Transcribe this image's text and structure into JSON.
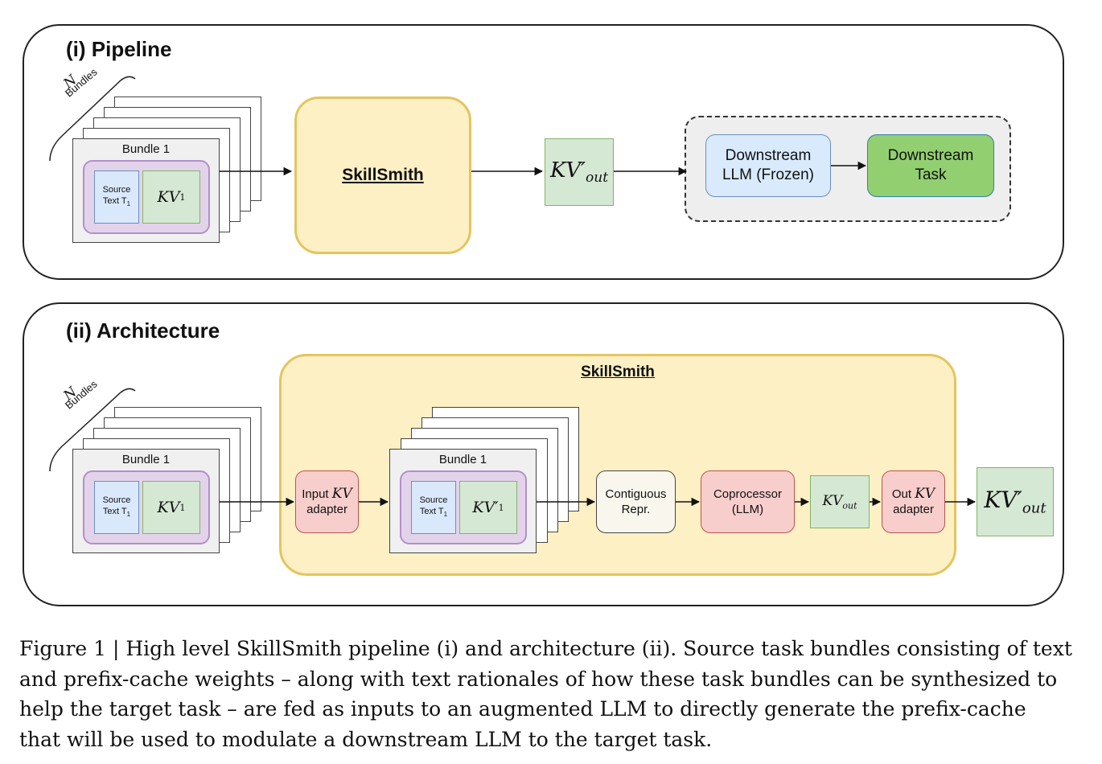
{
  "pipeline": {
    "title": "(i) Pipeline",
    "bundles_n": "N",
    "bundles_word": "Bundles",
    "bundle_label": "Bundle 1",
    "source_line1": "Source",
    "source_line2": "Text T",
    "source_sub": "1",
    "kv_label": "KV",
    "kv_sub": "1",
    "skillsmith": "SkillSmith",
    "kv_out": "KV′",
    "kv_out_sub": "out",
    "downstream_llm": "Downstream LLM (Frozen)",
    "downstream_task": "Downstream Task"
  },
  "architecture": {
    "title": "(ii) Architecture",
    "bundles_n": "N",
    "bundles_word": "Bundles",
    "bundle_label": "Bundle 1",
    "source_line1": "Source",
    "source_line2": "Text T",
    "source_sub": "1",
    "kv_label": "KV",
    "kv_sub": "1",
    "skillsmith": "SkillSmith",
    "input_adapter_line1": "Input",
    "input_adapter_kv": "KV",
    "input_adapter_line2": "adapter",
    "inner_bundle_label": "Bundle 1",
    "inner_source_line1": "Source",
    "inner_source_line2": "Text T",
    "inner_source_sub": "1",
    "inner_kv_label": "KV′",
    "inner_kv_sub": "1",
    "contiguous": "Contiguous Repr.",
    "coprocessor": "Coprocessor (LLM)",
    "kv_out_small": "KV",
    "kv_out_small_sub": "out",
    "out_adapter_line1": "Out",
    "out_adapter_kv": "KV",
    "out_adapter_line2": "adapter",
    "kv_out": "KV′",
    "kv_out_sub": "out"
  },
  "caption": {
    "lines": [
      "Figure 1 | High level SkillSmith pipeline (i) and architecture (ii). Source task bundles consisting of text",
      "and prefix-cache weights – along with text rationales of how these task bundles can be synthesized to",
      "help the target task – are fed as inputs to an augmented LLM to directly generate the prefix-cache",
      "that will be used to modulate a downstream LLM to the target task."
    ]
  },
  "colors": {
    "skillsmith_fill": "#fdf0c4",
    "skillsmith_border": "#e5c45f",
    "kv_green": "#d5e8d4",
    "source_blue": "#d9e9fb",
    "bundle_purple": "#e3d3ea",
    "adapter_pink": "#f8cecc",
    "downstream_blue": "#d8eafc",
    "downstream_green": "#92cf70"
  }
}
